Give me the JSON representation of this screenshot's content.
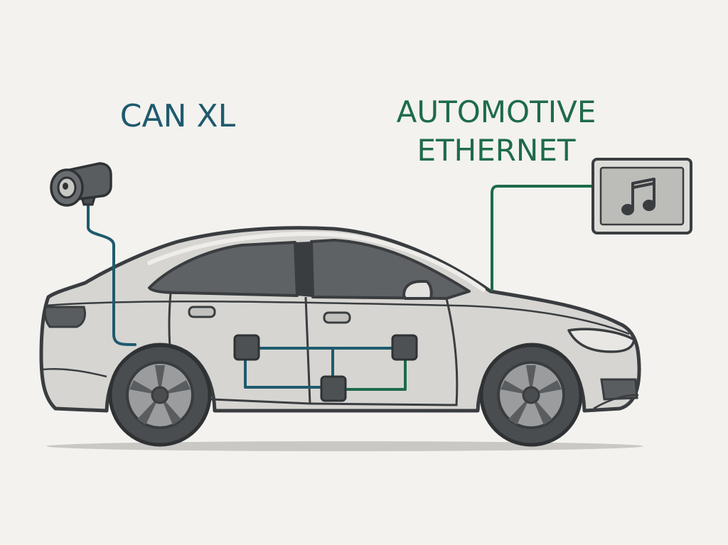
{
  "labels": {
    "can_xl": "CAN XL",
    "automotive_ethernet_line1": "AUTOMOTIVE",
    "automotive_ethernet_line2": "ETHERNET"
  },
  "colors": {
    "background": "#f3f2ee",
    "can_xl": "#1f5a6e",
    "ethernet": "#1e6b4a",
    "car_body": "#d6d5d1",
    "car_outline": "#3a3d40",
    "window": "#5e6265",
    "tire": "#4a4d50",
    "rim": "#9a9c9d",
    "ecu": "#4d5154"
  },
  "icons": {
    "camera": "security-camera-icon",
    "display": "music-note-icon"
  }
}
